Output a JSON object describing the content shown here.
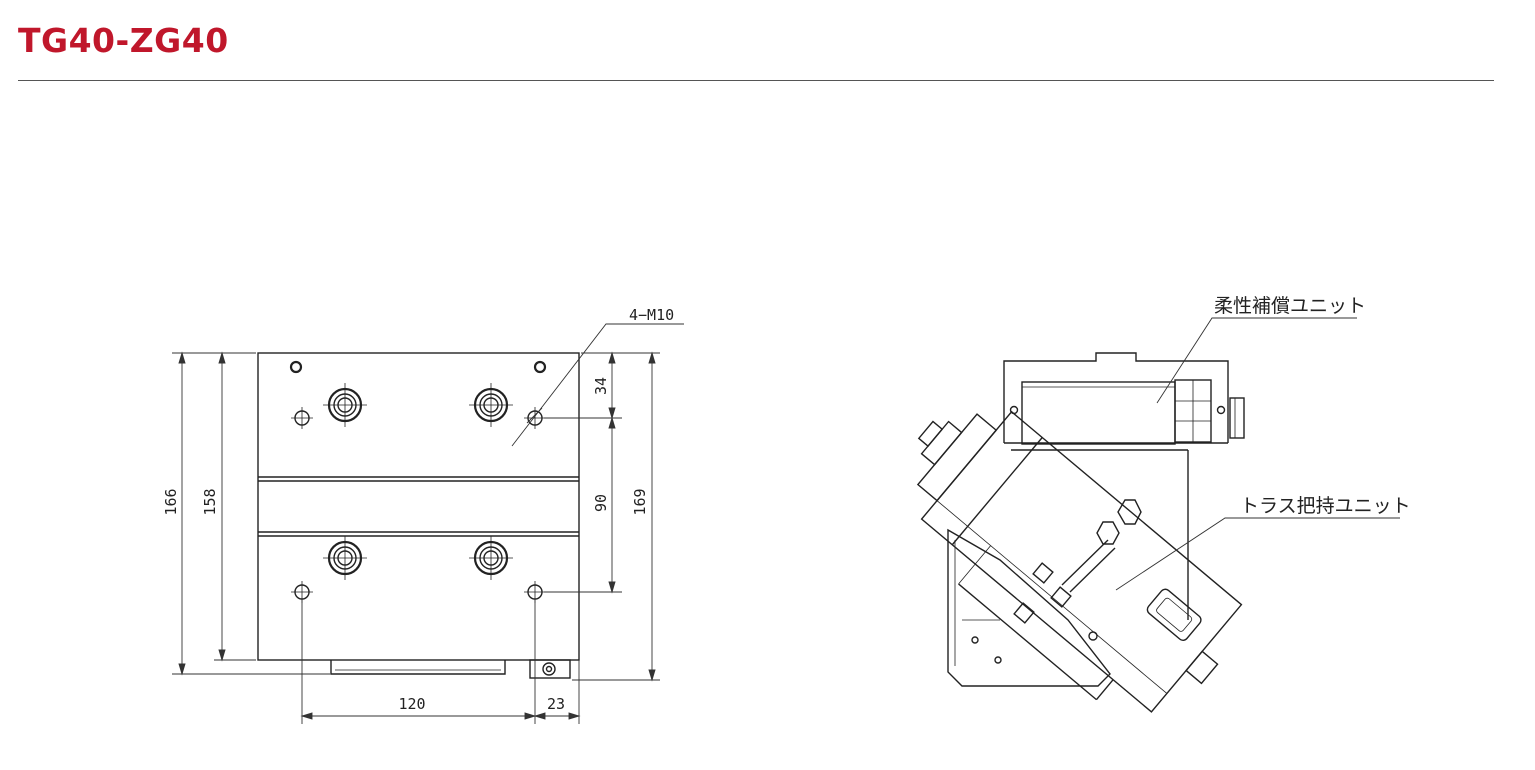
{
  "header": {
    "title": "TG40-ZG40"
  },
  "front_view": {
    "dimensions": {
      "height_total": "166",
      "height_body": "158",
      "height_right": "169",
      "hole_top_offset": "34",
      "hole_pitch_vertical": "90",
      "hole_pitch_horizontal": "120",
      "side_offset": "23"
    },
    "callout_thread": "4−M10"
  },
  "side_view": {
    "callout_compliance_unit": "柔性補償ユニット",
    "callout_truss_holding_unit": "トラス把持ユニット"
  }
}
